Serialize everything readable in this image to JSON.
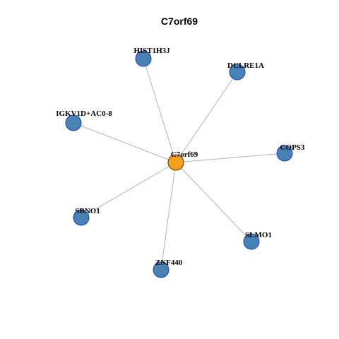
{
  "title": "C7orf69",
  "colors": {
    "center_node": "#f5a21a",
    "neighbor_node": "#4682b4",
    "neighbor_border": "#1f3fbf",
    "edge": "#b3b3b3"
  },
  "network": {
    "center": {
      "id": "C7orf69",
      "label": "C7orf69"
    },
    "neighbors": [
      {
        "id": "HIST1H3J",
        "label": "HIST1H3J"
      },
      {
        "id": "DCLRE1A",
        "label": "DCLRE1A"
      },
      {
        "id": "IGKV1D+AC0-8",
        "label": "IGKV1D+AC0-8"
      },
      {
        "id": "COPS3",
        "label": "COPS3"
      },
      {
        "id": "SBNO1",
        "label": "SBNO1"
      },
      {
        "id": "SLMO1",
        "label": "SLMO1"
      },
      {
        "id": "ZNF440",
        "label": "ZNF440"
      }
    ],
    "edges": [
      [
        "C7orf69",
        "HIST1H3J"
      ],
      [
        "C7orf69",
        "DCLRE1A"
      ],
      [
        "C7orf69",
        "IGKV1D+AC0-8"
      ],
      [
        "C7orf69",
        "COPS3"
      ],
      [
        "C7orf69",
        "SBNO1"
      ],
      [
        "C7orf69",
        "SLMO1"
      ],
      [
        "C7orf69",
        "ZNF440"
      ]
    ]
  }
}
